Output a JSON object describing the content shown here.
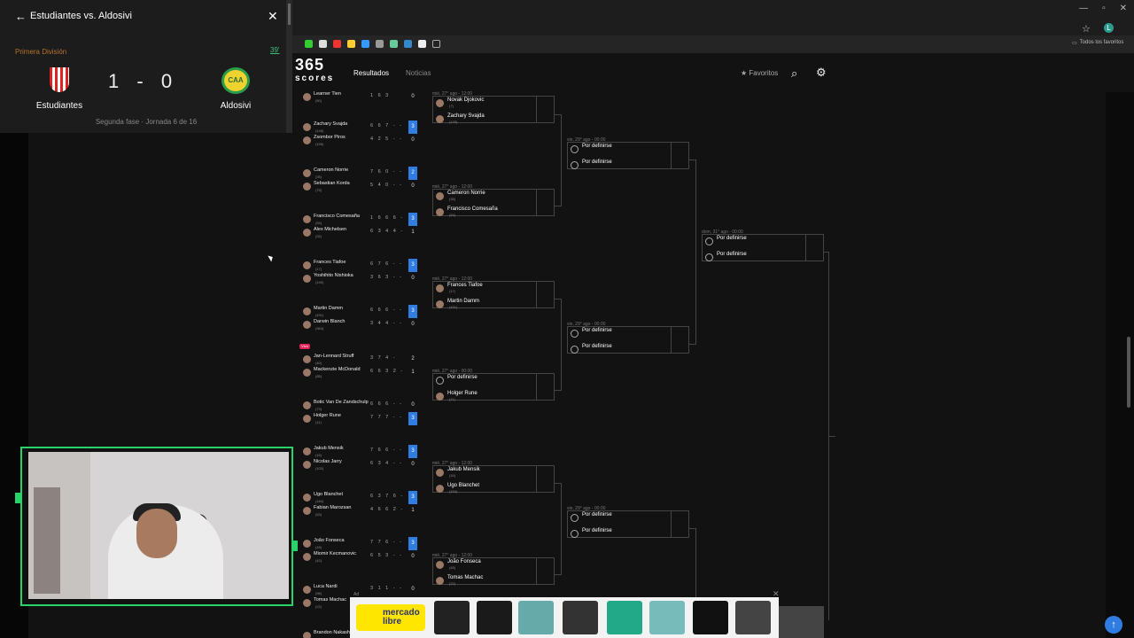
{
  "overlay": {
    "title": "Estudiantes vs. Aldosivi",
    "league": "Primera División",
    "minute": "39'",
    "home_team": "Estudiantes",
    "away_team": "Aldosivi",
    "home_score": "1",
    "away_score": "0",
    "score_sep": "-",
    "round": "Segunda fase · Jornada 6 de 16",
    "away_crest_text": "CAA"
  },
  "browser": {
    "bookmarks_label": "Todos los favoritos",
    "profile_initial": "L"
  },
  "header": {
    "logo_top": "365",
    "logo_bottom": "scores",
    "nav_results": "Resultados",
    "nav_news": "Noticias",
    "favorites": "★ Favoritos"
  },
  "round1": [
    {
      "p1": {
        "name": "Learner Tien",
        "rank": "(50)",
        "scores": "1 6 3",
        "total": "0",
        "win": false
      },
      "p2": null
    },
    {
      "p1": {
        "name": "Zachary Svajda",
        "rank": "(146)",
        "scores": "6 6 7 - -",
        "total": "3",
        "win": true
      },
      "p2": {
        "name": "Zsombor Piros",
        "rank": "(156)",
        "scores": "4 2 5 - -",
        "total": "0",
        "win": false
      }
    },
    {
      "p1": {
        "name": "Cameron Norrie",
        "rank": "(35)",
        "scores": "7 6 0 - -",
        "total": "2",
        "win": true
      },
      "p2": {
        "name": "Sebastian Korda",
        "rank": "(75)",
        "scores": "5 4 0 - -",
        "total": "0",
        "win": false
      }
    },
    {
      "p1": {
        "name": "Francisco Comesaña",
        "rank": "(54)",
        "scores": "1 6 6 6 -",
        "total": "3",
        "win": true
      },
      "p2": {
        "name": "Alex Michelsen",
        "rank": "(32)",
        "scores": "6 3 4 4 -",
        "total": "1",
        "win": false
      }
    },
    {
      "p1": {
        "name": "Frances Tiafoe",
        "rank": "(17)",
        "scores": "6 7 6 - -",
        "total": "3",
        "win": true
      },
      "p2": {
        "name": "Yoshihito Nishioka",
        "rank": "(149)",
        "scores": "3 6 3 - -",
        "total": "0",
        "win": false
      }
    },
    {
      "p1": {
        "name": "Martin Damm",
        "rank": "(431)",
        "scores": "6 6 6 - -",
        "total": "3",
        "win": true
      },
      "p2": {
        "name": "Darwin Blanch",
        "rank": "(364)",
        "scores": "3 4 4 - -",
        "total": "0",
        "win": false
      }
    },
    {
      "p1": {
        "name": "Jan-Lennard Struff",
        "rank": "(40)",
        "scores": "3 7 4 -",
        "total": "2",
        "win": false
      },
      "p2": {
        "name": "Mackenzie McDonald",
        "rank": "(85)",
        "scores": "6 6 3 2 -",
        "total": "1",
        "win": false
      }
    },
    {
      "p1": {
        "name": "Botic Van De Zandschulp",
        "rank": "(73)",
        "scores": "6 6 6 - -",
        "total": "0",
        "win": false
      },
      "p2": {
        "name": "Holger Rune",
        "rank": "(11)",
        "scores": "7 7 7 - -",
        "total": "3",
        "win": true
      }
    },
    {
      "p1": {
        "name": "Jakub Mensik",
        "rank": "(16)",
        "scores": "7 6 6 - -",
        "total": "3",
        "win": true
      },
      "p2": {
        "name": "Nicolas Jarry",
        "rank": "(102)",
        "scores": "6 3 4 - -",
        "total": "0",
        "win": false
      }
    },
    {
      "p1": {
        "name": "Ugo Blanchet",
        "rank": "(184)",
        "scores": "6 3 7 6 -",
        "total": "3",
        "win": true
      },
      "p2": {
        "name": "Fabian Marozsan",
        "rank": "(53)",
        "scores": "4 6 6 2 -",
        "total": "1",
        "win": false
      }
    },
    {
      "p1": {
        "name": "João Fonseca",
        "rank": "(45)",
        "scores": "7 7 6 - -",
        "total": "3",
        "win": true
      },
      "p2": {
        "name": "Miomir Kecmanovic",
        "rank": "(42)",
        "scores": "6 5 3 - -",
        "total": "0",
        "win": false
      }
    },
    {
      "p1": {
        "name": "Luca Nardi",
        "rank": "(96)",
        "scores": "3 1 1 - -",
        "total": "0",
        "win": false
      },
      "p2": {
        "name": "Tomas Machac",
        "rank": "(22)",
        "scores": "",
        "total": "",
        "win": false
      }
    },
    {
      "p1": {
        "name": "Brandon Nakashima",
        "rank": "",
        "scores": "",
        "total": "",
        "win": false
      },
      "p2": null
    }
  ],
  "round2": [
    {
      "date": "mié, 27° ago - 12:00",
      "p1": {
        "name": "Novak Djokovic",
        "rank": "(7)",
        "tbd": false
      },
      "p2": {
        "name": "Zachary Svajda",
        "rank": "(145)",
        "tbd": false
      }
    },
    {
      "date": "mié, 27° ago - 12:00",
      "p1": {
        "name": "Cameron Norrie",
        "rank": "(35)",
        "tbd": false
      },
      "p2": {
        "name": "Francisco Comesaña",
        "rank": "(54)",
        "tbd": false
      }
    },
    {
      "date": "mié, 27° ago - 12:00",
      "p1": {
        "name": "Frances Tiafoe",
        "rank": "(17)",
        "tbd": false
      },
      "p2": {
        "name": "Martin Damm",
        "rank": "(431)",
        "tbd": false
      }
    },
    {
      "date": "mié, 27° ago - 00:00",
      "p1": {
        "name": "Por definirse",
        "rank": "",
        "tbd": true
      },
      "p2": {
        "name": "Holger Rune",
        "rank": "(11)",
        "tbd": false
      }
    },
    {
      "date": "mié, 27° ago - 12:00",
      "p1": {
        "name": "Jakub Mensik",
        "rank": "(16)",
        "tbd": false
      },
      "p2": {
        "name": "Ugo Blanchet",
        "rank": "(184)",
        "tbd": false
      }
    },
    {
      "date": "mié, 27° ago - 12:00",
      "p1": {
        "name": "João Fonseca",
        "rank": "(45)",
        "tbd": false
      },
      "p2": {
        "name": "Tomas Machac",
        "rank": "(22)",
        "tbd": false
      }
    }
  ],
  "round3": [
    {
      "date": "vie, 29° ago - 00:00",
      "p1": {
        "name": "Por definirse",
        "tbd": true
      },
      "p2": {
        "name": "Por definirse",
        "tbd": true
      }
    },
    {
      "date": "vie, 29° ago - 00:00",
      "p1": {
        "name": "Por definirse",
        "tbd": true
      },
      "p2": {
        "name": "Por definirse",
        "tbd": true
      }
    },
    {
      "date": "vie, 29° ago - 00:00",
      "p1": {
        "name": "Por definirse",
        "tbd": true
      },
      "p2": {
        "name": "Por definirse",
        "tbd": true
      }
    }
  ],
  "round4": [
    {
      "date": "dom, 31° ago - 00:00",
      "p1": {
        "name": "Por definirse",
        "tbd": true
      },
      "p2": {
        "name": "Por definirse",
        "tbd": true
      }
    }
  ],
  "live_tag": "Vivo",
  "ad": {
    "label": "Ad",
    "logo_text": "mercado libre",
    "close": "✕"
  },
  "icons": {
    "back": "back-arrow-icon",
    "close": "close-icon",
    "search": "search-icon",
    "gear": "gear-icon",
    "star": "star-icon",
    "scroll_up": "arrow-up-icon"
  }
}
